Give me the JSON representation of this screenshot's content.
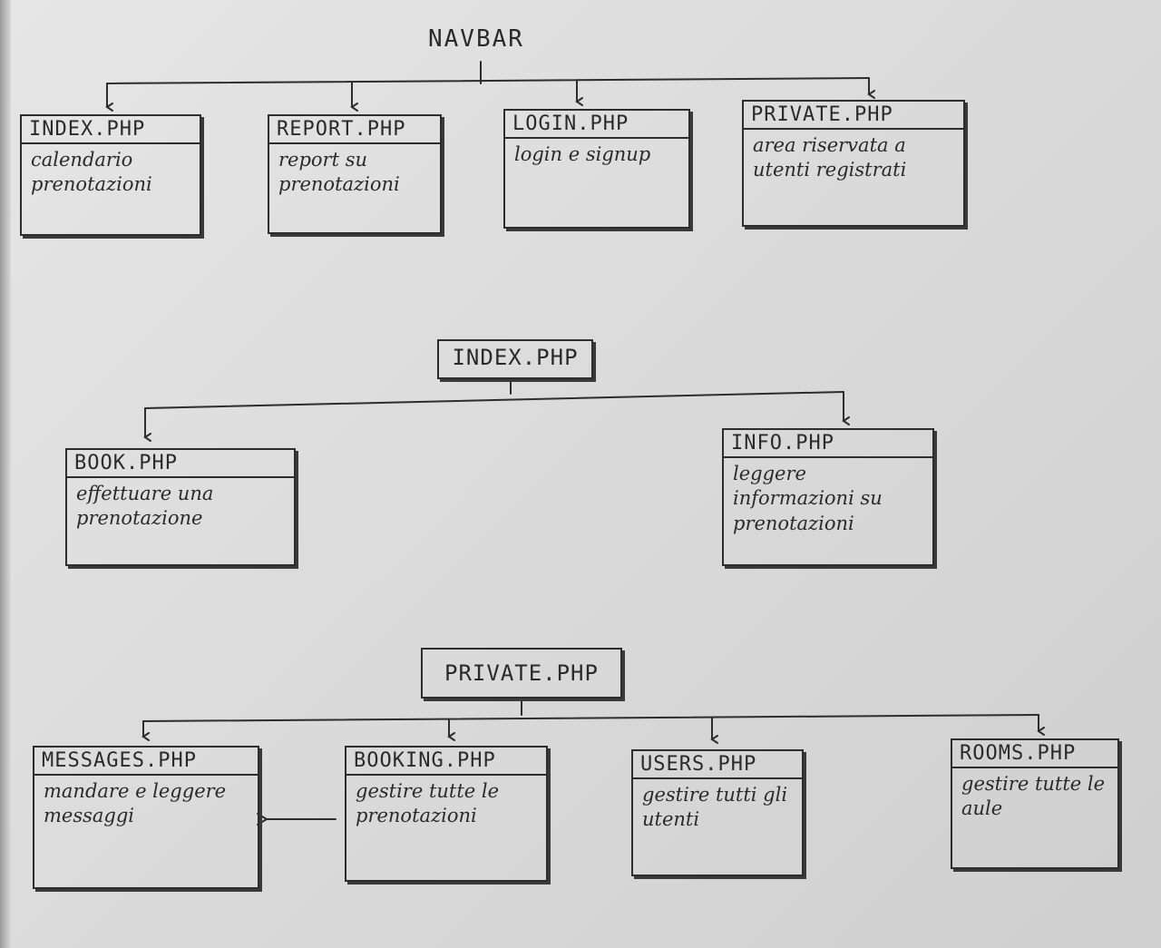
{
  "sections": [
    {
      "root": "NAVBAR",
      "children": [
        {
          "name": "INDEX.PHP",
          "desc": "calendario prenotazioni"
        },
        {
          "name": "REPORT.PHP",
          "desc": "report su prenotazioni"
        },
        {
          "name": "LOGIN.PHP",
          "desc": "login e signup"
        },
        {
          "name": "PRIVATE.PHP",
          "desc": "area riservata a utenti registrati"
        }
      ]
    },
    {
      "root": "INDEX.PHP",
      "children": [
        {
          "name": "BOOK.PHP",
          "desc": "effettuare una prenotazione"
        },
        {
          "name": "INFO.PHP",
          "desc": "leggere informazioni su prenotazioni"
        }
      ]
    },
    {
      "root": "PRIVATE.PHP",
      "children": [
        {
          "name": "MESSAGES.PHP",
          "desc": "mandare e leggere messaggi"
        },
        {
          "name": "BOOKING.PHP",
          "desc": "gestire tutte le prenotazioni"
        },
        {
          "name": "USERS.PHP",
          "desc": "gestire tutti gli utenti"
        },
        {
          "name": "ROOMS.PHP",
          "desc": "gestire tutte le aule"
        }
      ]
    }
  ]
}
